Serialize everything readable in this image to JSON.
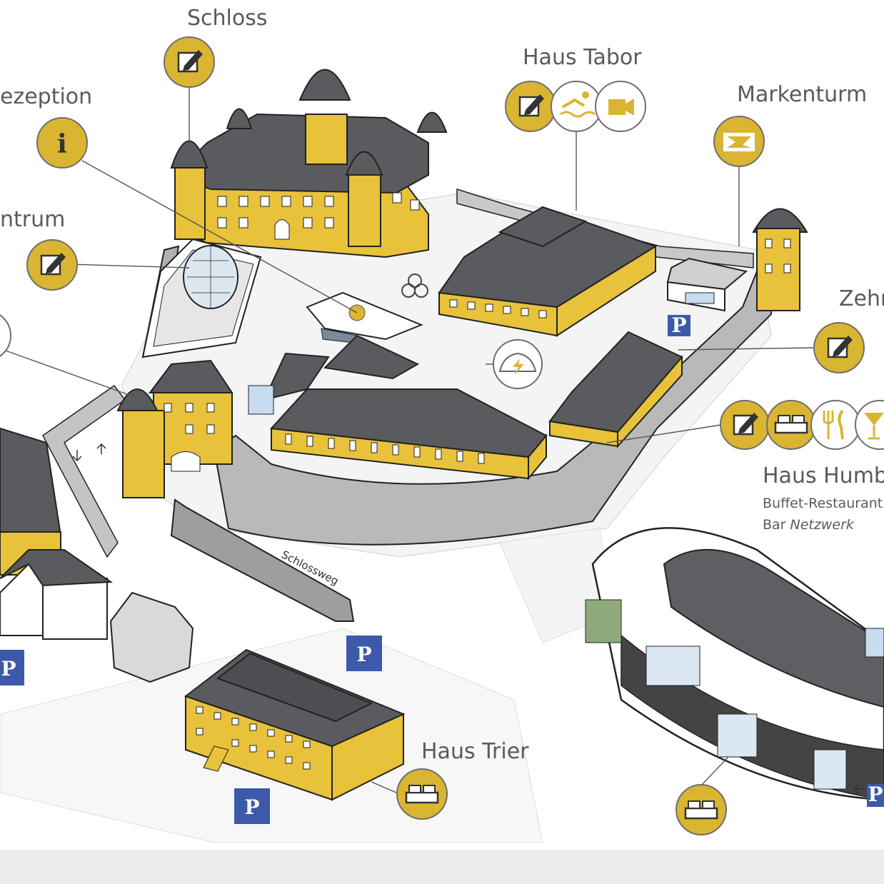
{
  "labels": {
    "schloss": "Schloss",
    "rezeption": "ezeption",
    "zentrum": "ntrum",
    "haus_tabor": "Haus Tabor",
    "markenturm": "Markenturm",
    "zehn": "Zehn",
    "haus_humba": "Haus Humba",
    "buffet": "Buffet-Restaurant U",
    "bar_prefix": "Bar ",
    "bar_name": "Netzwerk",
    "haus_trier": "Haus Trier",
    "schlossweg": "Schlossweg"
  },
  "icons": {
    "info_letter": "i",
    "parking_letter": "P"
  },
  "colors": {
    "accent": "#d9b531",
    "roof": "#5a5b5e",
    "wall": "#e8c23a",
    "parking": "#3c5aa9"
  }
}
